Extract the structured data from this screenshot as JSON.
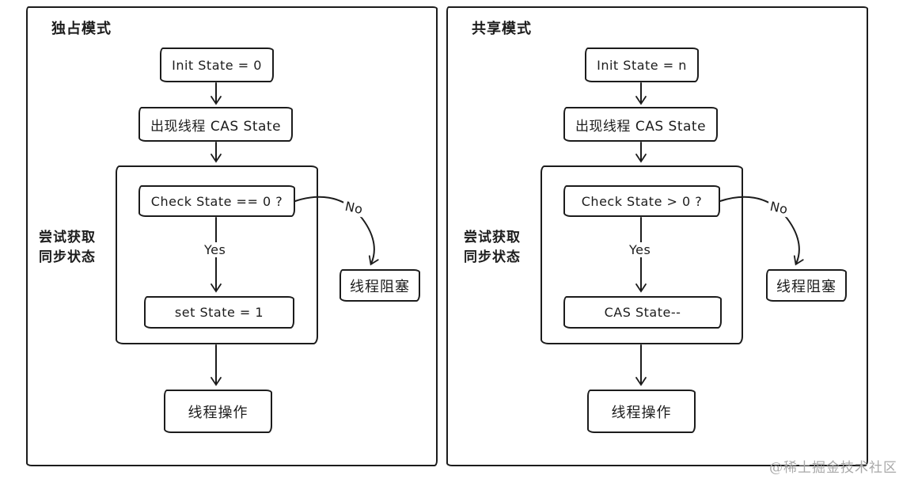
{
  "colors": {
    "stroke": "#1c1c1c",
    "background": "#ffffff",
    "watermark": "#a8a8a8"
  },
  "watermark": "@稀土掘金技术社区",
  "panels": [
    {
      "title": "独占模式",
      "init_box": "Init State = 0",
      "thread_cas_box": "出现线程 CAS State",
      "side_label_line1": "尝试获取",
      "side_label_line2": "同步状态",
      "check_box": "Check State == 0 ?",
      "yes_label": "Yes",
      "no_label": "No",
      "action_box": "set State = 1",
      "block_box": "线程阻塞",
      "operate_box": "线程操作"
    },
    {
      "title": "共享模式",
      "init_box": "Init State = n",
      "thread_cas_box": "出现线程 CAS State",
      "side_label_line1": "尝试获取",
      "side_label_line2": "同步状态",
      "check_box": "Check State > 0 ?",
      "yes_label": "Yes",
      "no_label": "No",
      "action_box": "CAS State--",
      "block_box": "线程阻塞",
      "operate_box": "线程操作"
    }
  ]
}
